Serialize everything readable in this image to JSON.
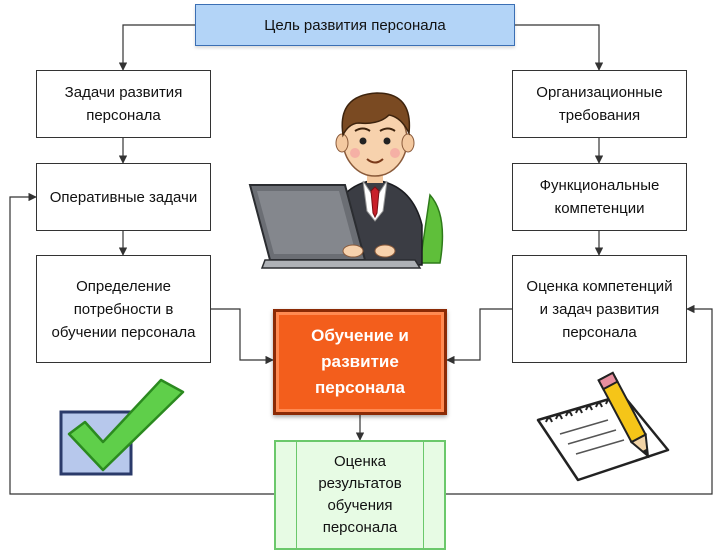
{
  "goal": {
    "label": "Цель развития персонала"
  },
  "left_column": [
    {
      "label": "Задачи развития персонала"
    },
    {
      "label": "Оперативные задачи"
    },
    {
      "label": "Определение потребности в обучении персонала"
    }
  ],
  "right_column": [
    {
      "label": "Организационные требования"
    },
    {
      "label": "Функциональные компетенции"
    },
    {
      "label": "Оценка компетенций и задач развития персонала"
    }
  ],
  "center": {
    "label": "Обучение и развитие персонала"
  },
  "result": {
    "label": "Оценка результатов обучения персонала"
  },
  "colors": {
    "goal_fill": "#b3d4f7",
    "center_fill": "#f35e1c",
    "result_fill": "#e7fbe4",
    "connector": "#333333"
  },
  "illustrations": [
    "person-at-laptop-icon",
    "checkmark-icon",
    "notepad-pencil-icon"
  ]
}
